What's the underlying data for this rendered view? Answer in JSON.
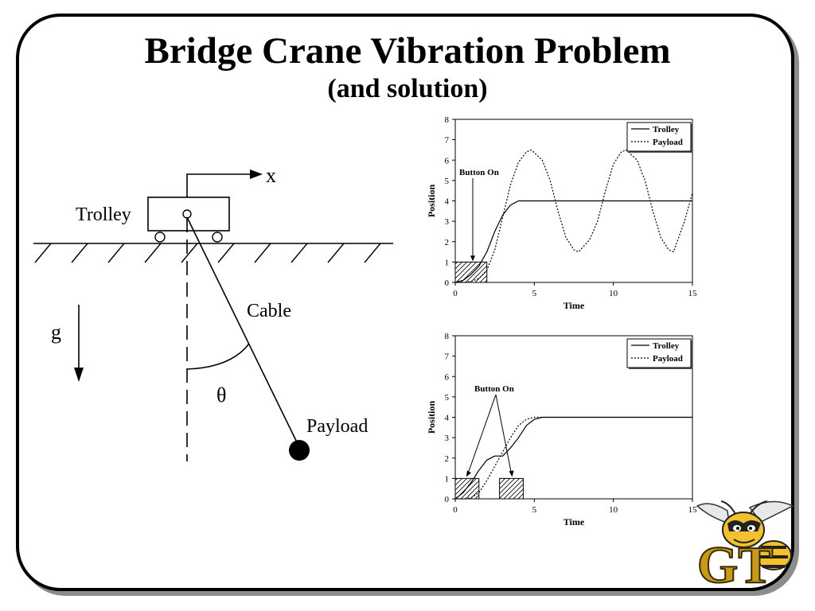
{
  "slide": {
    "title": "Bridge Crane Vibration Problem",
    "subtitle": "(and solution)"
  },
  "diagram": {
    "trolley_label": "Trolley",
    "x_label": "x",
    "gravity_label": "g",
    "cable_label": "Cable",
    "angle_label": "θ",
    "payload_label": "Payload"
  },
  "logo": {
    "text": "GT",
    "icon": "yellow-jacket-mascot-icon"
  },
  "chart_data": [
    {
      "type": "line",
      "title": "",
      "xlabel": "Time",
      "ylabel": "Position",
      "xlim": [
        0,
        15
      ],
      "ylim": [
        0,
        8
      ],
      "xticks": [
        0,
        5,
        10,
        15
      ],
      "yticks": [
        0,
        1,
        2,
        3,
        4,
        5,
        6,
        7,
        8
      ],
      "legend_position": "top-right",
      "annotation": "Button On",
      "button_pulses": [
        {
          "start": 0,
          "end": 2,
          "height": 1
        }
      ],
      "series": [
        {
          "name": "Trolley",
          "style": "solid",
          "x": [
            0,
            0.5,
            1,
            1.5,
            2,
            2.5,
            3,
            3.5,
            4,
            5,
            6,
            8,
            10,
            12,
            15
          ],
          "y": [
            0,
            0.1,
            0.4,
            0.8,
            1.5,
            2.5,
            3.3,
            3.8,
            4,
            4,
            4,
            4,
            4,
            4,
            4
          ]
        },
        {
          "name": "Payload",
          "style": "dotted",
          "x": [
            0,
            0.5,
            1,
            1.5,
            2,
            2.5,
            3,
            3.5,
            4,
            4.5,
            4.8,
            5.5,
            6,
            6.5,
            7,
            7.5,
            7.8,
            8.5,
            9,
            9.5,
            10,
            10.5,
            10.8,
            11.5,
            12,
            12.5,
            13,
            13.5,
            13.8,
            14.5,
            15
          ],
          "y": [
            0,
            0,
            0.05,
            0.2,
            0.6,
            1.6,
            3.2,
            4.8,
            5.9,
            6.4,
            6.5,
            6.0,
            5.0,
            3.5,
            2.2,
            1.6,
            1.5,
            2.1,
            3.0,
            4.5,
            5.8,
            6.4,
            6.5,
            6.0,
            5.0,
            3.5,
            2.2,
            1.6,
            1.5,
            3.0,
            4.4
          ]
        }
      ]
    },
    {
      "type": "line",
      "title": "",
      "xlabel": "Time",
      "ylabel": "Position",
      "xlim": [
        0,
        15
      ],
      "ylim": [
        0,
        8
      ],
      "xticks": [
        0,
        5,
        10,
        15
      ],
      "yticks": [
        0,
        1,
        2,
        3,
        4,
        5,
        6,
        7,
        8
      ],
      "legend_position": "top-right",
      "annotation": "Button On",
      "button_pulses": [
        {
          "start": 0,
          "end": 1.5,
          "height": 1
        },
        {
          "start": 2.8,
          "end": 4.3,
          "height": 1
        }
      ],
      "series": [
        {
          "name": "Trolley",
          "style": "solid",
          "x": [
            0,
            0.5,
            1,
            1.5,
            2,
            2.5,
            3,
            3.5,
            4,
            4.5,
            5,
            5.5,
            6,
            8,
            10,
            12,
            15
          ],
          "y": [
            0,
            0.3,
            0.8,
            1.4,
            1.9,
            2.1,
            2.1,
            2.5,
            3.0,
            3.6,
            3.9,
            4,
            4,
            4,
            4,
            4,
            4
          ]
        },
        {
          "name": "Payload",
          "style": "dotted",
          "x": [
            0,
            0.5,
            1,
            1.5,
            2,
            2.5,
            3,
            3.5,
            4,
            4.5,
            5,
            5.5,
            6,
            8,
            10,
            12,
            15
          ],
          "y": [
            0,
            0,
            0.05,
            0.3,
            0.9,
            1.6,
            2.3,
            3.0,
            3.6,
            3.9,
            4,
            4,
            4,
            4,
            4,
            4,
            4
          ]
        }
      ]
    }
  ]
}
